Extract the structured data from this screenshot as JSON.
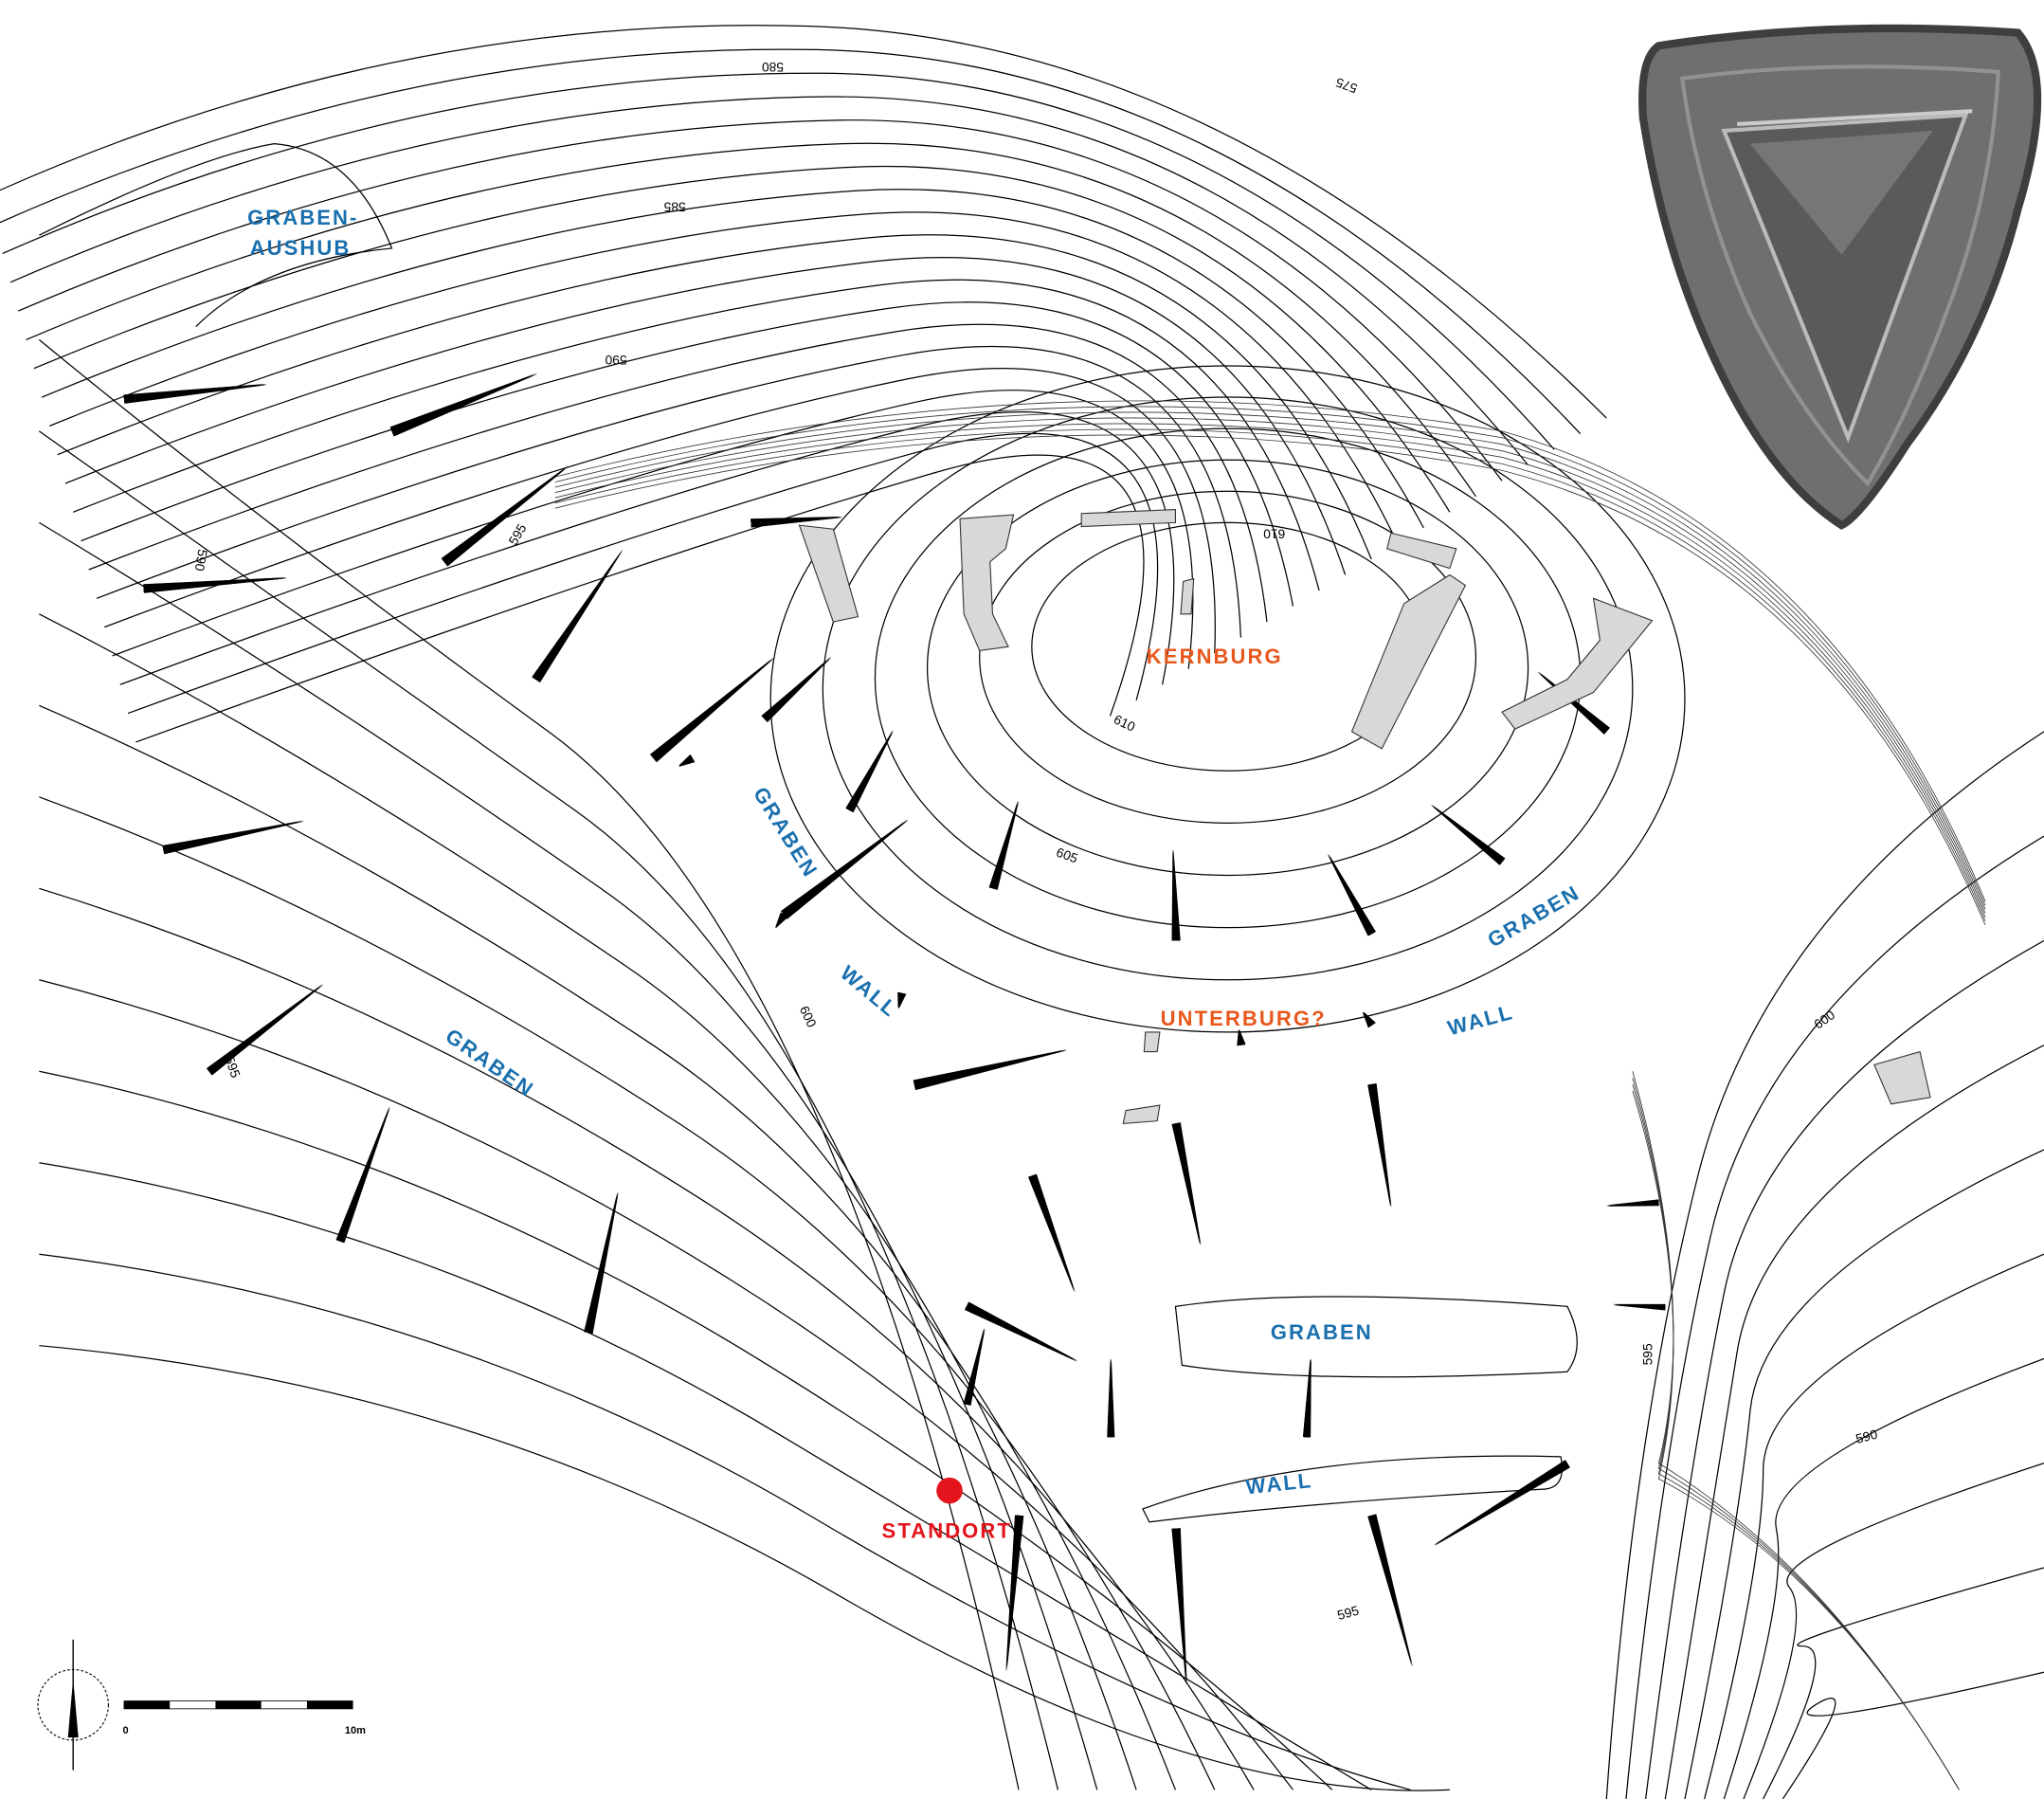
{
  "labels": {
    "graben_aushub_1": "GRABEN-",
    "graben_aushub_2": "AUSHUB",
    "kernburg": "KERNBURG",
    "unterburg": "UNTERBURG?",
    "graben_west_inner": "GRABEN",
    "wall_west": "WALL",
    "graben_west": "GRABEN",
    "graben_east": "GRABEN",
    "wall_east": "WALL",
    "graben_south": "GRABEN",
    "wall_south": "WALL",
    "standort": "STANDORT"
  },
  "elevations": [
    "580",
    "575",
    "585",
    "590",
    "590",
    "595",
    "610",
    "610",
    "605",
    "600",
    "595",
    "600",
    "595",
    "590",
    "595"
  ],
  "scale_bar": {
    "start": "0",
    "end": "10m"
  },
  "colors": {
    "structure_label": "#1a6fae",
    "castle_label": "#e8571c",
    "location_marker": "#e3141b",
    "wall_fill": "#d8d8d8"
  }
}
